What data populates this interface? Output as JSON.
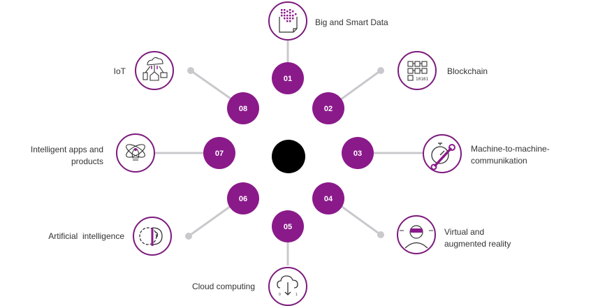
{
  "colors": {
    "accent": "#8a1a8a",
    "connector": "#c9c9cd",
    "center": "#000000",
    "icon_ring": "#7c1b7c"
  },
  "nodes": [
    {
      "number": "01",
      "label": "Big and Smart Data",
      "icon": "data-document-icon"
    },
    {
      "number": "02",
      "label": "Blockchain",
      "icon": "blockchain-grid-icon"
    },
    {
      "number": "03",
      "label": "Machine-to-machine-\ncommunikation",
      "icon": "stopwatch-wrench-icon"
    },
    {
      "number": "04",
      "label": "Virtual and\naugmented reality",
      "icon": "vr-headset-person-icon"
    },
    {
      "number": "05",
      "label": "Cloud computing",
      "icon": "cloud-download-icon"
    },
    {
      "number": "06",
      "label": "Artificial  intelligence",
      "icon": "brain-gear-icon"
    },
    {
      "number": "07",
      "label": "Intelligent apps and\nproducts",
      "icon": "atom-bulb-icon"
    },
    {
      "number": "08",
      "label": "IoT",
      "icon": "iot-network-icon"
    }
  ]
}
